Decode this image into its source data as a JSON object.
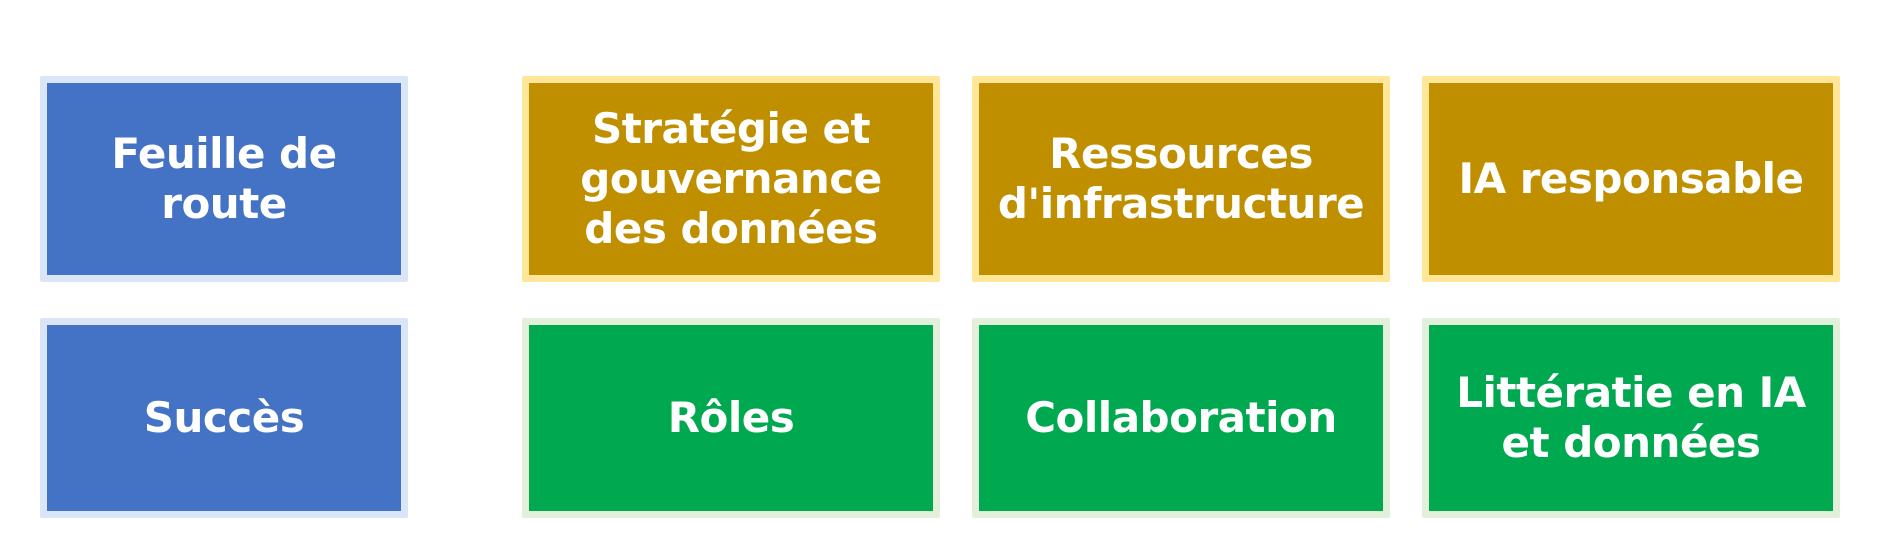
{
  "diagram": {
    "colors": {
      "blue_fill": "#4472C4",
      "blue_border": "#DAE6F5",
      "gold_fill": "#BF8F00",
      "gold_border": "#FFE699",
      "green_fill": "#00A94F",
      "green_border": "#E2F0D9",
      "text": "#FFFFFF"
    },
    "rows": [
      {
        "tiles": [
          {
            "label": "Feuille de route",
            "color": "blue"
          },
          {
            "label": "Stratégie et\ngouvernance\ndes données",
            "color": "gold"
          },
          {
            "label": "Ressources\nd'infrastructure",
            "color": "gold"
          },
          {
            "label": "IA responsable",
            "color": "gold"
          }
        ]
      },
      {
        "tiles": [
          {
            "label": "Succès",
            "color": "blue"
          },
          {
            "label": "Rôles",
            "color": "green"
          },
          {
            "label": "Collaboration",
            "color": "green"
          },
          {
            "label": "Littératie en IA\net données",
            "color": "green"
          }
        ]
      }
    ]
  }
}
